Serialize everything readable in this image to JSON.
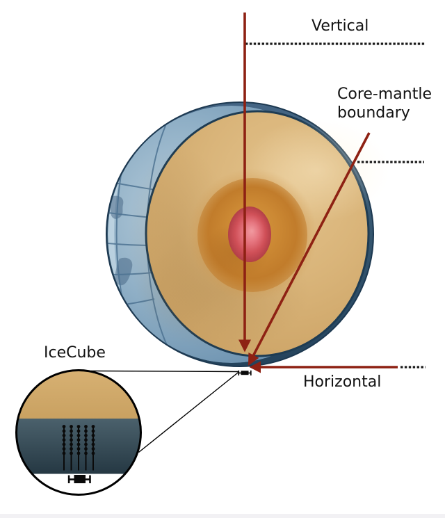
{
  "diagram": {
    "description": "Cross-section of the Earth with the IceCube detector at the South Pole and neutrino arrival directions",
    "labels": {
      "vertical": "Vertical",
      "core_mantle_boundary": "Core-mantle boundary",
      "horizontal": "Horizontal",
      "icecube": "IceCube"
    },
    "colors": {
      "background": "#ffffff",
      "arrow_red": "#8e2113",
      "dotted_line_black": "#1a1a1a",
      "earth_rim_blue": "#35566f",
      "ocean_light_blue": "#8fafc6",
      "mantle_tan": "#d9b479",
      "outer_core_orange": "#cc8934",
      "inner_core_red": "#dc636b",
      "ice_sheet_surface_tan": "#d0a96a",
      "deep_ice_dark": "#31454f"
    },
    "parts": [
      "earth-globe",
      "earth-cut-face-mantle",
      "outer-core",
      "inner-core",
      "vertical-arrow",
      "core-mantle-boundary-arrow",
      "horizontal-arrow",
      "icecube-detector-marker",
      "icecube-inset-circle",
      "detector-strings"
    ]
  }
}
